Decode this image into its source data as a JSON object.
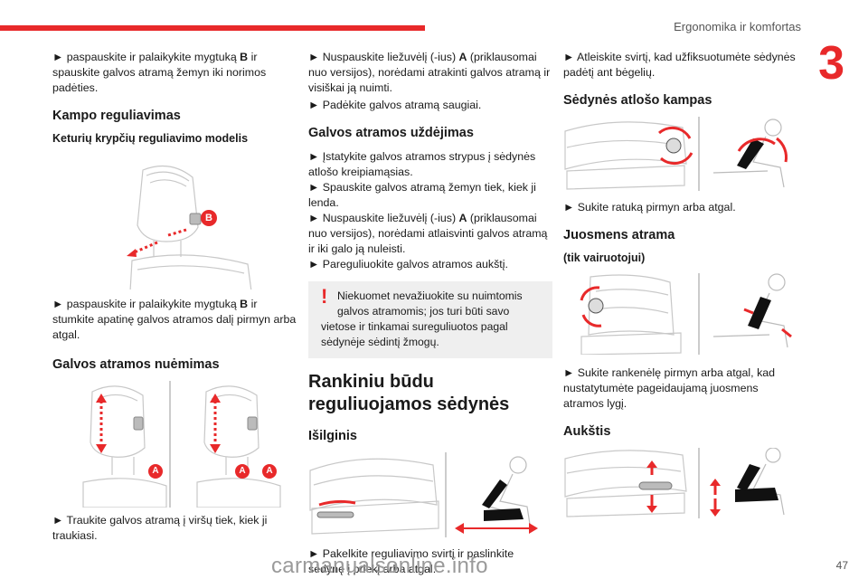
{
  "header": {
    "title": "Ergonomika ir komfortas",
    "chapter": "3",
    "page_number": "47"
  },
  "watermark": "carmanualsonline.info",
  "col1": {
    "p1_pre": "► paspauskite ir palaikykite mygtuką ",
    "p1_bold": "B",
    "p1_post": " ir spauskite galvos atramą žemyn iki norimos padėties.",
    "h_kampo": "Kampo reguliavimas",
    "h_keturiu": "Keturių krypčių reguliavimo modelis",
    "fig1_label_b": "B",
    "p2_pre": "► paspauskite ir palaikykite mygtuką ",
    "p2_bold": "B",
    "p2_post": " ir stumkite apatinę galvos atramos dalį pirmyn arba atgal.",
    "h_nuemimas": "Galvos atramos nuėmimas",
    "fig2_label_a": "A",
    "p3": "► Traukite galvos atramą į viršų tiek, kiek ji traukiasi."
  },
  "col2": {
    "p1_pre": "► Nuspauskite liežuvėlį (-ius) ",
    "p1_bold": "A",
    "p1_post": " (priklausomai nuo versijos), norėdami atrakinti galvos atramą ir visiškai ją nuimti.",
    "p2": "► Padėkite galvos atramą saugiai.",
    "h_uzdejimas": "Galvos atramos uždėjimas",
    "p3": "► Įstatykite galvos atramos strypus į sėdynės atlošo kreipiamąsias.",
    "p4": "► Spauskite galvos atramą žemyn tiek, kiek ji lenda.",
    "p5_pre": "► Nuspauskite liežuvėlį (-ius) ",
    "p5_bold": "A",
    "p5_post": " (priklausomai nuo versijos), norėdami atlaisvinti galvos atramą ir iki galo ją nuleisti.",
    "p6": "► Pareguliuokite galvos atramos aukštį.",
    "warn_mark": "!",
    "warn_text1": "Niekuomet nevažiuokite su nuimtomis galvos atramomis; jos turi būti savo",
    "warn_text2": "vietose ir tinkamai sureguliuotos pagal sėdynėje sėdintį žmogų.",
    "h_rankiniu": "Rankiniu būdu reguliuojamos sėdynės",
    "h_isilginis": "Išilginis",
    "p7": "► Pakelkite reguliavimo svirtį ir paslinkite sėdynę į priekį arba atgal."
  },
  "col3": {
    "p1": "► Atleiskite svirtį, kad užfiksuotumėte sėdynės padėtį ant bėgelių.",
    "h_atloso": "Sėdynės atlošo kampas",
    "p2": "► Sukite ratuką pirmyn arba atgal.",
    "h_juosmens": "Juosmens atrama",
    "h_tik": "(tik vairuotojui)",
    "p3": "► Sukite rankenėlę pirmyn arba atgal, kad nustatytumėte pageidaujamą juosmens atramos lygį.",
    "h_aukstis": "Aukštis"
  },
  "colors": {
    "accent": "#e8292a",
    "line": "#cfcfcf",
    "warn_bg": "#efefef"
  }
}
